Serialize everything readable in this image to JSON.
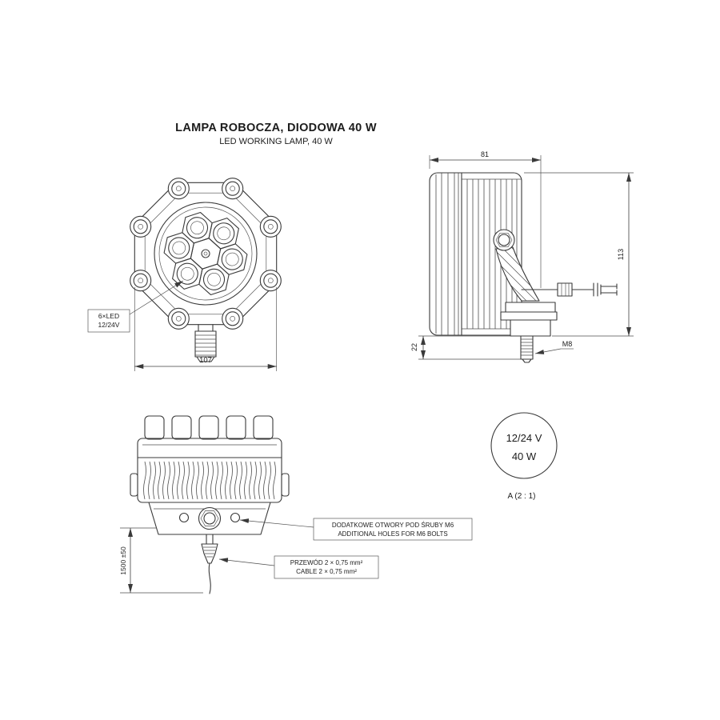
{
  "title": {
    "line1": "LAMPA ROBOCZA, DIODOWA 40 W",
    "line2": "LED WORKING LAMP, 40 W"
  },
  "front_view": {
    "led_label_line1": "6×LED",
    "led_label_line2": "12/24V",
    "dim_width": "107"
  },
  "side_view": {
    "dim_depth": "81",
    "dim_height": "113",
    "dim_stud": "22",
    "thread_label": "M8"
  },
  "bottom_view": {
    "dim_cable_length": "1500 ±50",
    "holes_label_pl": "DODATKOWE OTWORY POD ŚRUBY M6",
    "holes_label_en": "ADDITIONAL HOLES FOR M6 BOLTS",
    "cable_label_pl": "PRZEWÓD 2 × 0,75 mm²",
    "cable_label_en": "CABLE 2 × 0,75 mm²"
  },
  "detail_view": {
    "voltage": "12/24 V",
    "power": "40 W",
    "scale_label": "A (2 : 1)"
  },
  "colors": {
    "line": "#3a3a3a",
    "background": "#ffffff"
  }
}
